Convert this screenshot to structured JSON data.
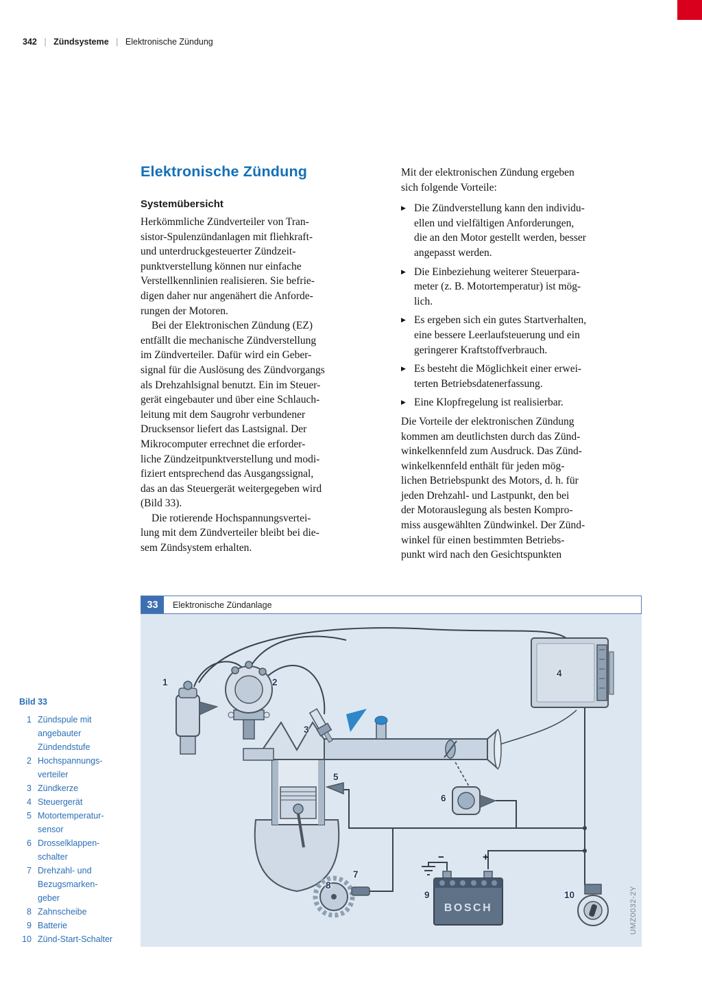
{
  "header": {
    "page_number": "342",
    "separator": "|",
    "section": "Zündsysteme",
    "chapter": "Elektronische Zündung"
  },
  "article": {
    "title": "Elektronische Zündung",
    "subheading": "Systemübersicht",
    "paragraphs": [
      "Herkömmliche Zündverteiler von Tran-\nsistor-Spulenzündanlagen mit fliehkraft-\nund unterdruckgesteuerter Zündzeit-\npunktverstellung können nur einfache\nVerstellkennlinien realisieren. Sie befrie-\ndigen daher nur angenähert die Anforde-\nrungen der Motoren.",
      "Bei der Elektronischen Zündung (EZ)\nentfällt die mechanische Zündverstellung\nim Zündverteiler. Dafür wird ein Geber-\nsignal für die Auslösung des Zündvorgangs\nals Drehzahlsignal benutzt. Ein im Steuer-\ngerät eingebauter und über eine Schlauch-\nleitung mit dem Saugrohr verbundener\nDrucksensor liefert das Lastsignal. Der\nMikrocomputer errechnet die erforder-\nliche Zündzeitpunktverstellung und modi-\nfiziert entsprechend das Ausgangssignal,\ndas an das Steuergerät weitergegeben wird\n(Bild 33).",
      "Die rotierende Hochspannungsvertei-\nlung mit dem Zündverteiler bleibt bei die-\nsem Zündsystem erhalten."
    ]
  },
  "advantages": {
    "intro": "Mit der elektronischen Zündung ergeben\nsich folgende Vorteile:",
    "marker": "▶",
    "items": [
      "Die Zündverstellung kann den individu-\nellen und vielfältigen Anforderungen,\ndie an den Motor gestellt werden, besser\nangepasst werden.",
      "Die Einbeziehung weiterer Steuerpara-\nmeter (z. B. Motortemperatur) ist mög-\nlich.",
      "Es ergeben sich ein gutes Startverhalten,\neine bessere Leerlaufsteuerung und ein\ngeringerer Kraftstoffverbrauch.",
      "Es besteht die Möglichkeit einer erwei-\nterten Betriebsdatenerfassung.",
      "Eine Klopfregelung ist realisierbar."
    ],
    "outro": "Die Vorteile der elektronischen Zündung\nkommen am deutlichsten durch das Zünd-\nwinkelkennfeld zum Ausdruck. Das Zünd-\nwinkelkennfeld enthält für jeden mög-\nlichen Betriebspunkt des Motors, d. h. für\njeden Drehzahl- und Lastpunkt, den bei\nder Motorauslegung als besten Kompro-\nmiss ausgewählten Zündwinkel. Der Zünd-\nwinkel für einen bestimmten Betriebs-\npunkt wird nach den Gesichtspunkten"
  },
  "legend": {
    "title": "Bild 33",
    "items": [
      {
        "num": "1",
        "label": "Zündspule mit\nangebauter\nZündendstufe"
      },
      {
        "num": "2",
        "label": "Hochspannungs-\nverteiler"
      },
      {
        "num": "3",
        "label": "Zündkerze"
      },
      {
        "num": "4",
        "label": "Steuergerät"
      },
      {
        "num": "5",
        "label": "Motortemperatur-\nsensor"
      },
      {
        "num": "6",
        "label": "Drosselklappen-\nschalter"
      },
      {
        "num": "7",
        "label": "Drehzahl- und\nBezugsmarken-\ngeber"
      },
      {
        "num": "8",
        "label": "Zahnscheibe"
      },
      {
        "num": "9",
        "label": "Batterie"
      },
      {
        "num": "10",
        "label": "Zünd-Start-Schalter"
      }
    ]
  },
  "figure": {
    "number": "33",
    "caption": "Elektronische Zündanlage",
    "watermark": "UMZ0032-2Y",
    "battery_brand": "BOSCH",
    "battery_minus": "−",
    "battery_plus": "+",
    "callouts": [
      "1",
      "2",
      "3",
      "4",
      "5",
      "6",
      "7",
      "8",
      "9",
      "10"
    ]
  },
  "colors": {
    "accent_blue": "#1270b8",
    "legend_blue": "#2a6fb7",
    "figure_frame_blue": "#4f7cb0",
    "figure_number_bg": "#3d6fb2",
    "logo_red": "#d9001d",
    "diagram_bg": "#dce7f1",
    "diagram_highlight": "#2f86c8"
  }
}
